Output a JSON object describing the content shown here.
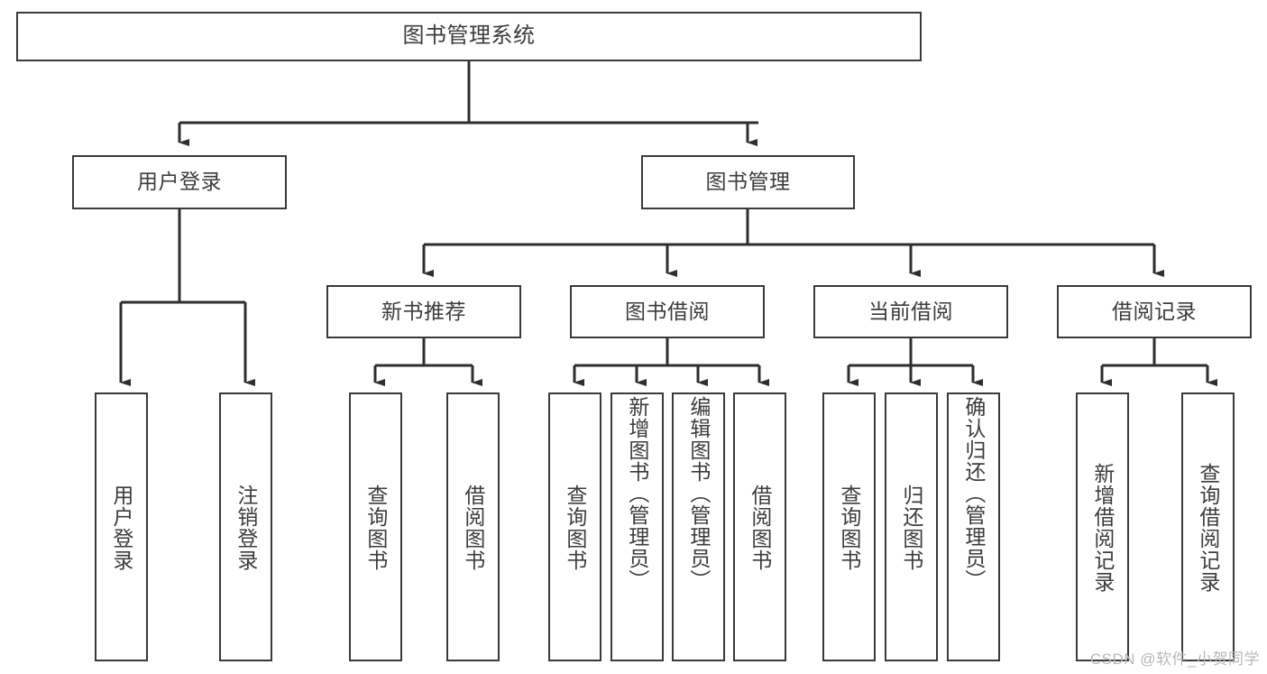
{
  "diagram": {
    "type": "tree-hierarchy-chart",
    "title": "图书管理系统",
    "colors": {
      "stroke": "#3a3a3a",
      "text": "#3c3c3c",
      "background": "#ffffff",
      "watermark": "#b8b8b8"
    },
    "root": {
      "label": "图书管理系统"
    },
    "level2": [
      {
        "label": "用户登录"
      },
      {
        "label": "图书管理"
      }
    ],
    "level3": [
      {
        "label": "新书推荐"
      },
      {
        "label": "图书借阅"
      },
      {
        "label": "当前借阅"
      },
      {
        "label": "借阅记录"
      }
    ],
    "leaves": {
      "user_login": [
        {
          "label": "用户登录"
        },
        {
          "label": "注销登录"
        }
      ],
      "new_book": [
        {
          "label": "查询图书"
        },
        {
          "label": "借阅图书"
        }
      ],
      "book_borrow": [
        {
          "label": "查询图书"
        },
        {
          "label": "新增图书（管理员）"
        },
        {
          "label": "编辑图书（管理员）"
        },
        {
          "label": "借阅图书"
        }
      ],
      "current_borrow": [
        {
          "label": "查询图书"
        },
        {
          "label": "归还图书"
        },
        {
          "label": "确认归还（管理员）"
        }
      ],
      "borrow_record": [
        {
          "label": "新增借阅记录"
        },
        {
          "label": "查询借阅记录"
        }
      ]
    },
    "watermark": "CSDN @软件_小贺同学"
  }
}
